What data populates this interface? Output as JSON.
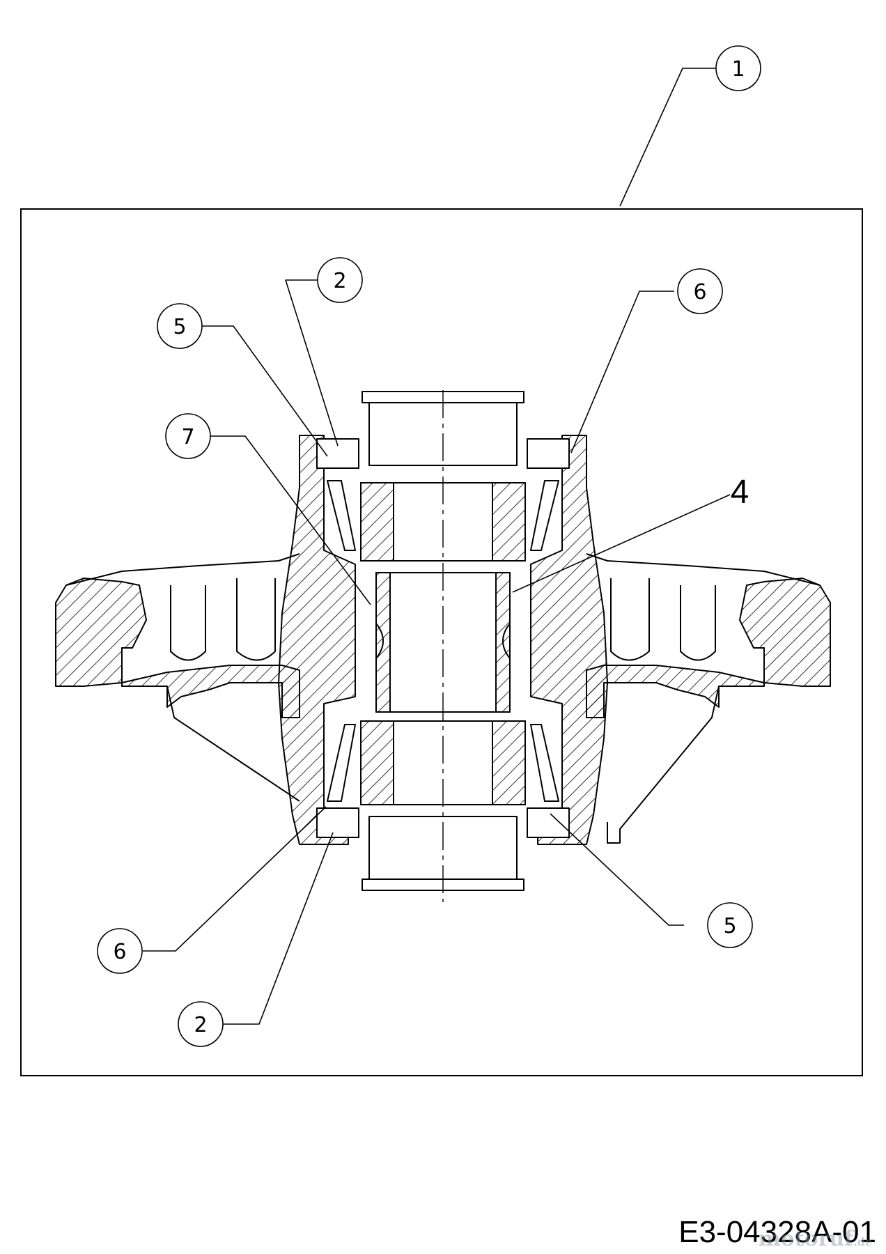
{
  "callouts": {
    "c1": "1",
    "c2_top": "2",
    "c2_bottom": "2",
    "c4": "4",
    "c5_top": "5",
    "c5_bottom": "5",
    "c6_top": "6",
    "c6_bottom": "6",
    "c7": "7"
  },
  "drawing_code": "E3-04328A-01",
  "watermark": {
    "name": "motoruf",
    "suffix": ".de"
  }
}
